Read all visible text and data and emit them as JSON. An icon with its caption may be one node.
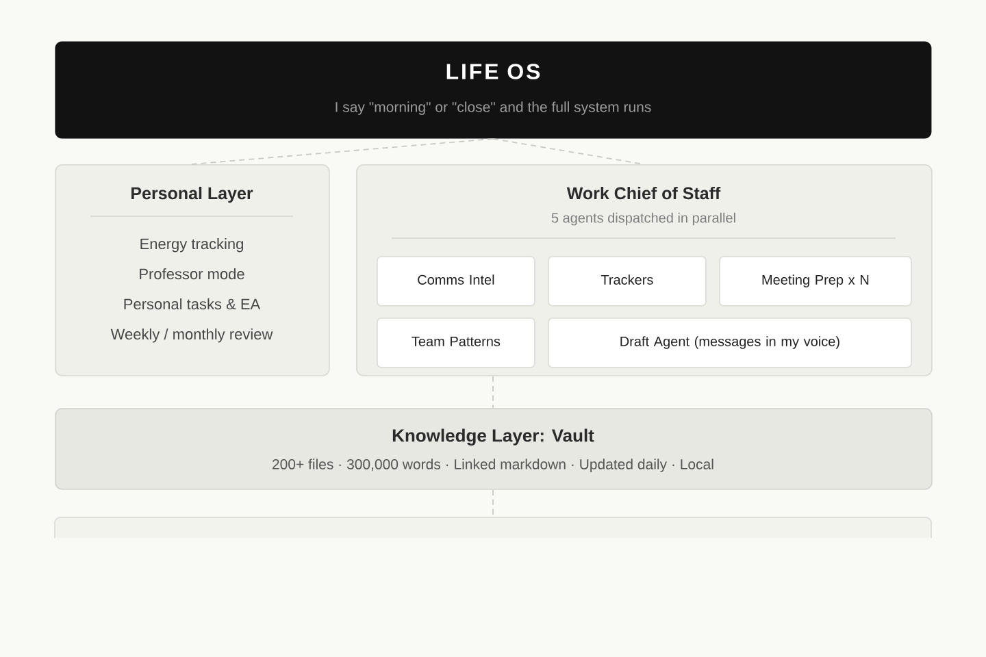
{
  "diagram": {
    "nodes": [
      {
        "text": [
          "LIFE OS",
          "I say \"morning\" or \"close\" and the full system runs"
        ]
      },
      {
        "text": [
          "Personal Layer",
          "Energy tracking",
          "Professor mode",
          "Personal tasks & EA",
          "Weekly / monthly review"
        ]
      },
      {
        "text": [
          "Work Chief of Staff",
          "5 agents dispatched in parallel"
        ]
      },
      {
        "text": [
          "Comms Intel"
        ],
        "in": 2
      },
      {
        "text": [
          "Trackers"
        ],
        "in": 2
      },
      {
        "text": [
          "Meeting Prep x N"
        ],
        "in": 2
      },
      {
        "text": [
          "Team Patterns"
        ],
        "in": 2
      },
      {
        "text": [
          "Draft Agent (messages in my voice)"
        ],
        "in": 2
      },
      {
        "text": [
          "Knowledge Layer: Vault",
          "200+ files · 300,000 words · Linked markdown · Updated daily · Local"
        ]
      },
      {
        "text": [],
        "shape": "box"
      }
    ],
    "edges": [
      {
        "from": 0,
        "to": 1,
        "arrow": "none",
        "style": "dashed"
      },
      {
        "from": 0,
        "to": 2,
        "arrow": "none",
        "style": "dashed"
      },
      {
        "from": 2,
        "to": 8,
        "arrow": "none",
        "style": "dashed"
      },
      {
        "from": 8,
        "to": 9,
        "arrow": "none",
        "style": "dashed"
      }
    ]
  }
}
